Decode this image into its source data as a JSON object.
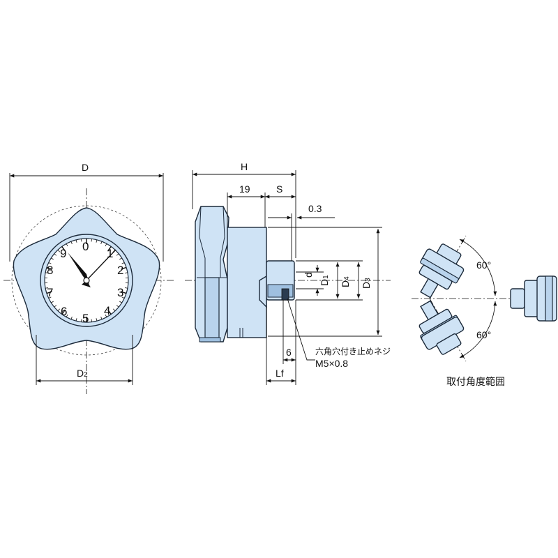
{
  "front_view": {
    "label_D": "D",
    "label_D2_main": "D",
    "label_D2_sub": "2",
    "dial_numbers": [
      "0",
      "1",
      "2",
      "3",
      "4",
      "5",
      "6",
      "7",
      "8",
      "9"
    ]
  },
  "side_view": {
    "label_H": "H",
    "label_19": "19",
    "label_S": "S",
    "label_03": "0.3",
    "label_d": "d",
    "label_D1_main": "D",
    "label_D1_sub": "1",
    "label_D4_main": "D",
    "label_D4_sub": "4",
    "label_D3_main": "D",
    "label_D3_sub": "3",
    "label_6": "6",
    "label_Lf": "Lf",
    "screw_note_line1": "六角穴付き止めネジ",
    "screw_note_line2": "M5×0.8"
  },
  "angle_view": {
    "angle_top": "60°",
    "angle_bottom": "60°",
    "caption": "取付角度範囲"
  }
}
